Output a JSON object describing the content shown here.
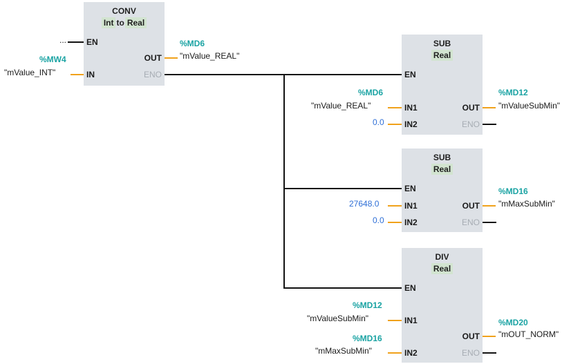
{
  "colors": {
    "wire": "#111111",
    "param_wire": "#f0a11a",
    "address": "#1aa3a3",
    "constant": "#2f6fd6",
    "block": "#dde1e6",
    "type_box": "#d2e4d0"
  },
  "conv": {
    "title": "CONV",
    "from_type": "Int",
    "to_word": "to",
    "to_type": "Real",
    "en": "EN",
    "in": "IN",
    "out": "OUT",
    "eno": "ENO",
    "en_input": "...",
    "in_addr": "%MW4",
    "in_tag": "\"mValue_INT\"",
    "out_addr": "%MD6",
    "out_tag": "\"mValue_REAL\""
  },
  "sub1": {
    "title": "SUB",
    "type": "Real",
    "en": "EN",
    "in1": "IN1",
    "in2": "IN2",
    "out": "OUT",
    "eno": "ENO",
    "in1_addr": "%MD6",
    "in1_tag": "\"mValue_REAL\"",
    "in2_const": "0.0",
    "out_addr": "%MD12",
    "out_tag": "\"mValueSubMin\""
  },
  "sub2": {
    "title": "SUB",
    "type": "Real",
    "en": "EN",
    "in1": "IN1",
    "in2": "IN2",
    "out": "OUT",
    "eno": "ENO",
    "in1_const": "27648.0",
    "in2_const": "0.0",
    "out_addr": "%MD16",
    "out_tag": "\"mMaxSubMin\""
  },
  "div": {
    "title": "DIV",
    "type": "Real",
    "en": "EN",
    "in1": "IN1",
    "in2": "IN2",
    "out": "OUT",
    "eno": "ENO",
    "in1_addr": "%MD12",
    "in1_tag": "\"mValueSubMin\"",
    "in2_addr": "%MD16",
    "in2_tag": "\"mMaxSubMin\"",
    "out_addr": "%MD20",
    "out_tag": "\"mOUT_NORM\""
  }
}
